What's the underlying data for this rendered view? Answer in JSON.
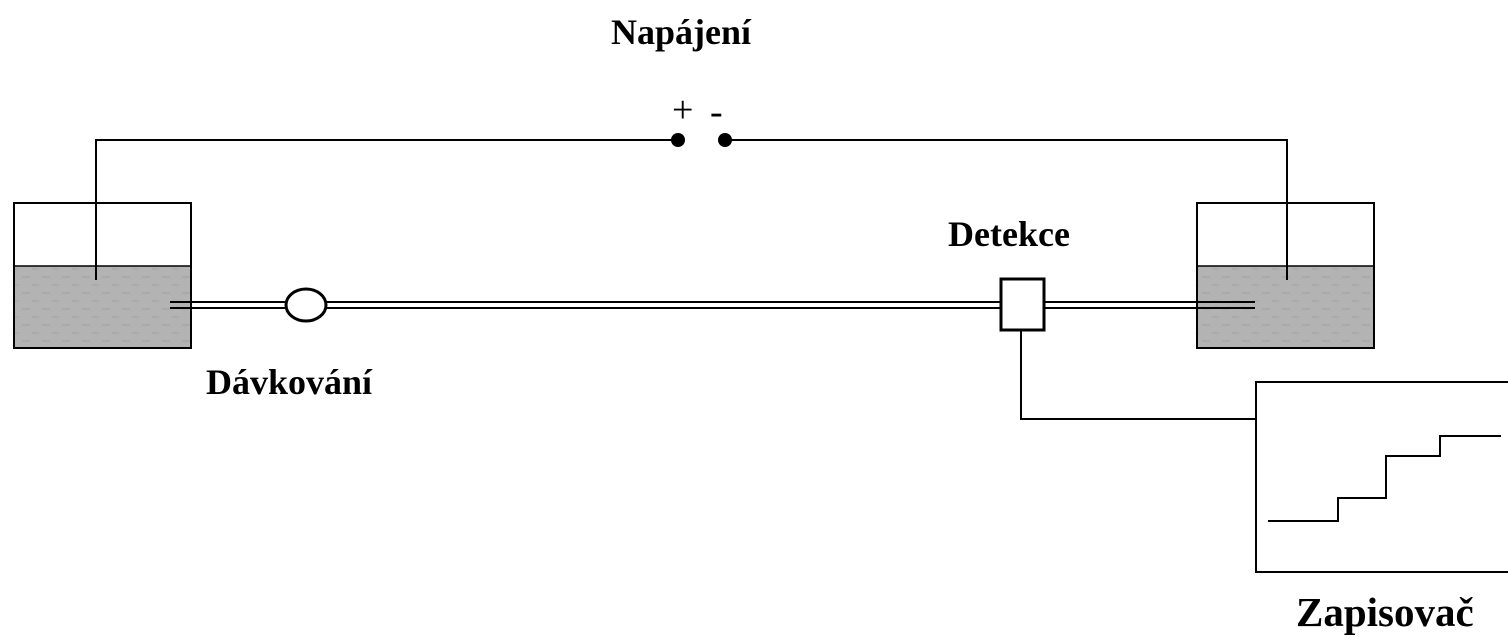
{
  "labels": {
    "power_supply": "Napájení",
    "plus": "+",
    "minus": "-",
    "detection": "Detekce",
    "injection": "Dávkování",
    "recorder": "Zapisovač"
  },
  "colors": {
    "line": "#000000",
    "electrolyte": "#b3b3b3",
    "electrolyte_dash": "#9a9a9a",
    "background": "#ffffff"
  }
}
